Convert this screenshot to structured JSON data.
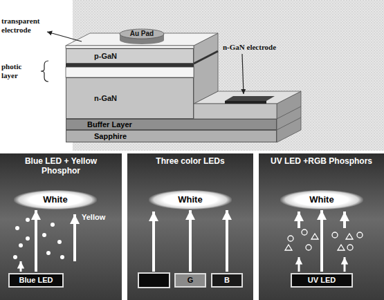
{
  "diagram": {
    "nodes": [
      {
        "text": [
          "Au Pad"
        ]
      },
      {
        "text": [
          "p-GaN"
        ]
      },
      {
        "text": [
          "n-GaN"
        ]
      },
      {
        "text": [
          "Buffer Layer"
        ]
      },
      {
        "text": [
          "Sapphire"
        ]
      },
      {
        "text": [
          "Blue LED + Yellow Phosphor"
        ]
      },
      {
        "text": [
          "White"
        ],
        "in": 5
      },
      {
        "text": [
          "Blue LED"
        ],
        "in": 5
      },
      {
        "text": [
          "Three color LEDs"
        ]
      },
      {
        "text": [
          "White"
        ],
        "in": 8
      },
      {
        "text": [
          "G"
        ],
        "in": 8
      },
      {
        "text": [
          "B"
        ],
        "in": 8
      },
      {
        "text": [
          "UV LED +RGB Phosphors"
        ]
      },
      {
        "text": [
          "White"
        ],
        "in": 12
      },
      {
        "text": [
          "UV LED"
        ],
        "in": 12
      }
    ],
    "edges": [
      {
        "from": 7,
        "to": 6,
        "arrow": "to"
      },
      {
        "from": 10,
        "to": 9,
        "arrow": "to"
      },
      {
        "from": 11,
        "to": 9,
        "arrow": "to"
      },
      {
        "from": 14,
        "to": 13,
        "arrow": "to"
      }
    ],
    "labels": [
      "transparent electrode",
      "photic layer",
      "n-GaN electrode",
      "Yellow"
    ]
  }
}
